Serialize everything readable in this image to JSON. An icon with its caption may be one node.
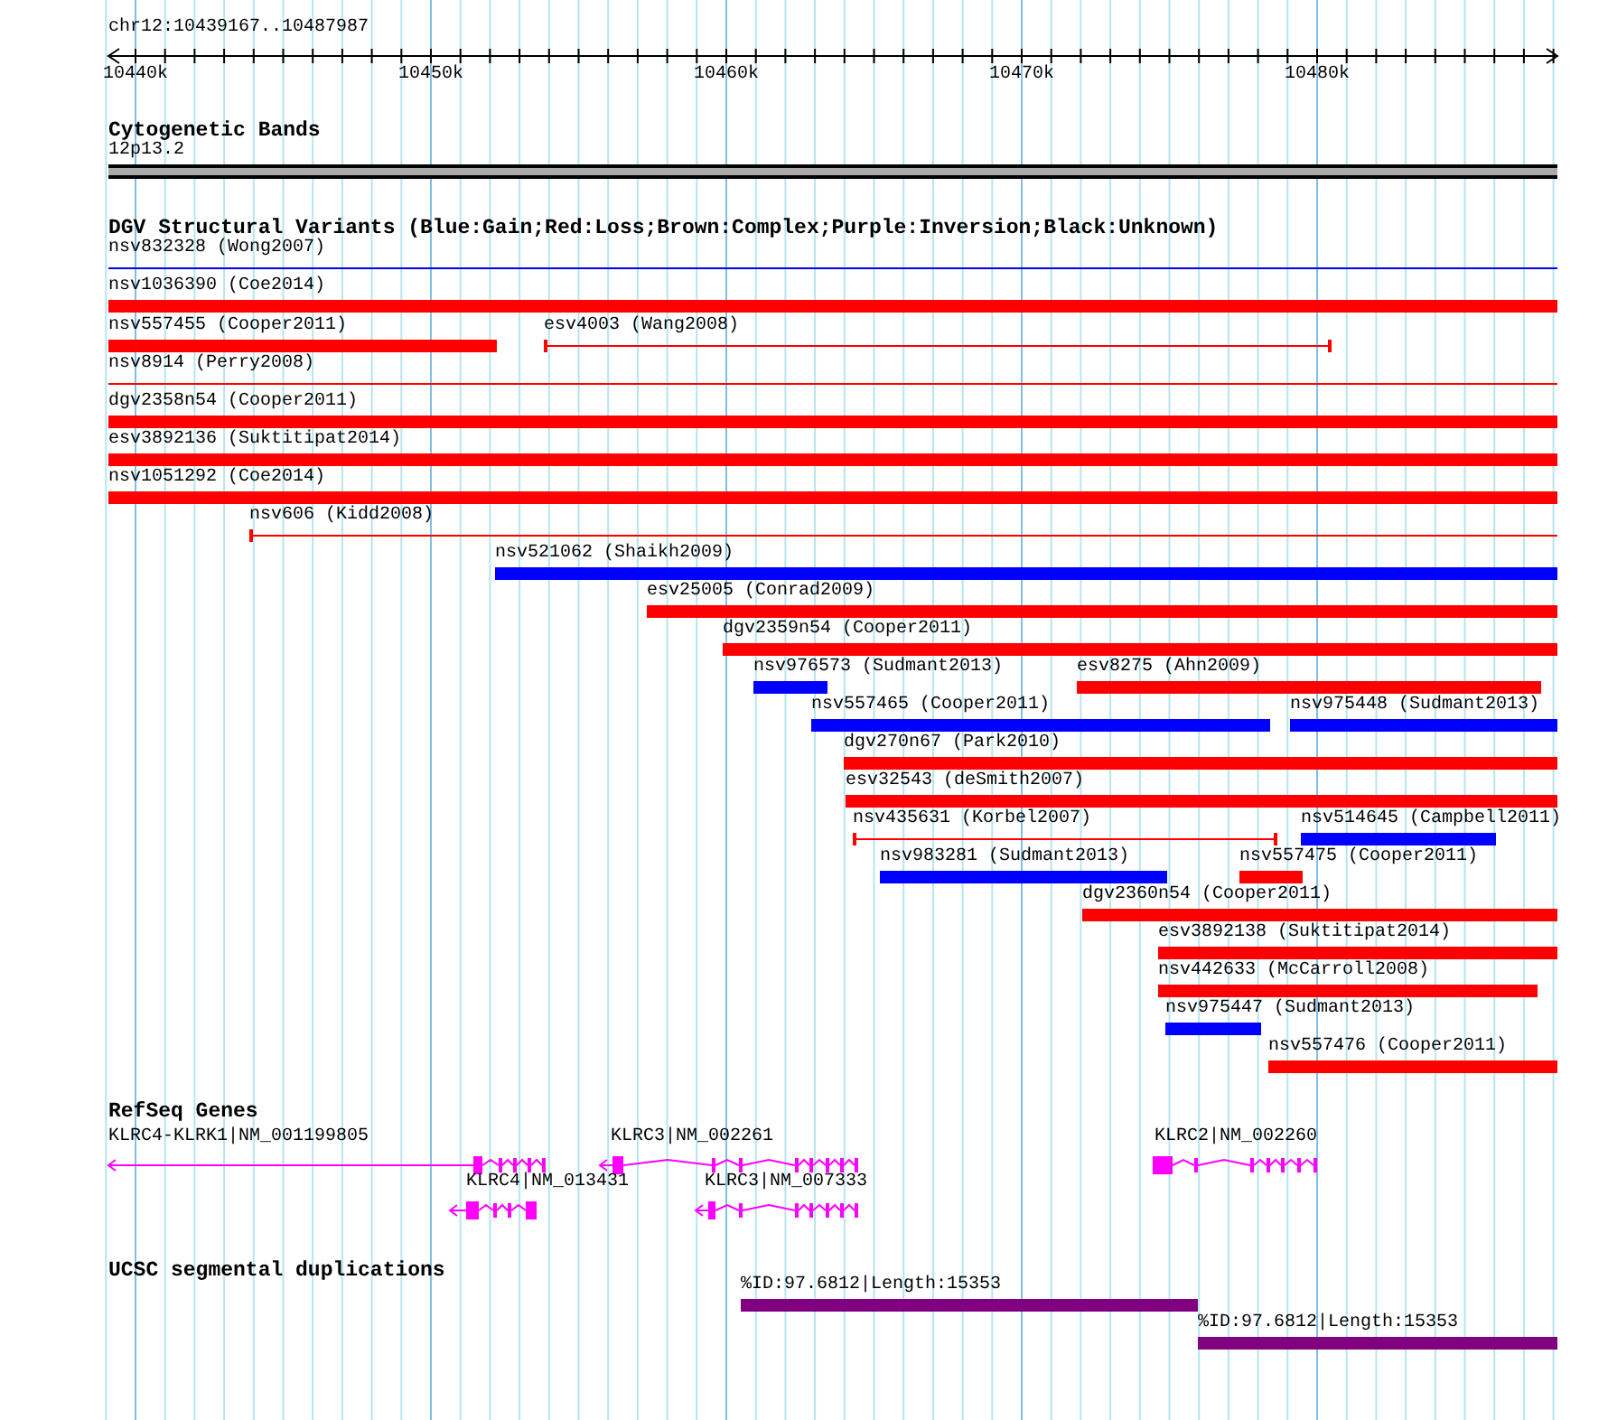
{
  "diagram": {
    "nodes": [
      {
        "text": [
          "12p13.2"
        ]
      },
      {
        "text": [
          "nsv832328 (Wong2007)"
        ]
      },
      {
        "text": [
          "nsv1036390 (Coe2014)"
        ]
      },
      {
        "text": [
          "nsv557455 (Cooper2011)"
        ]
      },
      {
        "text": [
          "esv4003 (Wang2008)"
        ]
      },
      {
        "text": [
          "nsv8914 (Perry2008)"
        ]
      },
      {
        "text": [
          "dgv2358n54 (Cooper2011)"
        ]
      },
      {
        "text": [
          "esv3892136 (Suktitipat2014)"
        ]
      },
      {
        "text": [
          "nsv1051292 (Coe2014)"
        ]
      },
      {
        "text": [
          "nsv606 (Kidd2008)"
        ]
      },
      {
        "text": [
          "nsv521062 (Shaikh2009)"
        ]
      },
      {
        "text": [
          "esv25005 (Conrad2009)"
        ]
      },
      {
        "text": [
          "dgv2359n54 (Cooper2011)"
        ]
      },
      {
        "text": [
          "nsv976573 (Sudmant2013)"
        ]
      },
      {
        "text": [
          "esv8275 (Ahn2009)"
        ]
      },
      {
        "text": [
          "nsv557465 (Cooper2011)"
        ]
      },
      {
        "text": [
          "nsv975448 (Sudmant2013)"
        ]
      },
      {
        "text": [
          "dgv270n67 (Park2010)"
        ]
      },
      {
        "text": [
          "esv32543 (deSmith2007)"
        ]
      },
      {
        "text": [
          "nsv435631 (Korbel2007)"
        ]
      },
      {
        "text": [
          "nsv514645 (Campbell2011)"
        ]
      },
      {
        "text": [
          "nsv983281 (Sudmant2013)"
        ]
      },
      {
        "text": [
          "nsv557475 (Cooper2011)"
        ]
      },
      {
        "text": [
          "dgv2360n54 (Cooper2011)"
        ]
      },
      {
        "text": [
          "esv3892138 (Suktitipat2014)"
        ]
      },
      {
        "text": [
          "nsv442633 (McCarroll2008)"
        ]
      },
      {
        "text": [
          "nsv975447 (Sudmant2013)"
        ]
      },
      {
        "text": [
          "nsv557476 (Cooper2011)"
        ]
      },
      {
        "text": [
          "KLRC4-KLRK1|NM_001199805"
        ]
      },
      {
        "text": [
          "KLRC3|NM_002261"
        ]
      },
      {
        "text": [
          "KLRC2|NM_002260"
        ]
      },
      {
        "text": [
          "KLRC4|NM_013431"
        ]
      },
      {
        "text": [
          "KLRC3|NM_007333"
        ]
      },
      {
        "text": [
          "%ID:97.6812|Length:15353"
        ]
      },
      {
        "text": [
          "%ID:97.6812|Length:15353"
        ]
      }
    ],
    "labels": [
      "chr12:10439167..10487987",
      "10440k",
      "10450k",
      "10460k",
      "10470k",
      "10480k",
      "Cytogenetic Bands",
      "DGV Structural Variants (Blue:Gain;Red:Loss;Brown:Complex;Purple:Inversion;Black:Unknown)",
      "RefSeq Genes",
      "UCSC segmental duplications"
    ]
  }
}
